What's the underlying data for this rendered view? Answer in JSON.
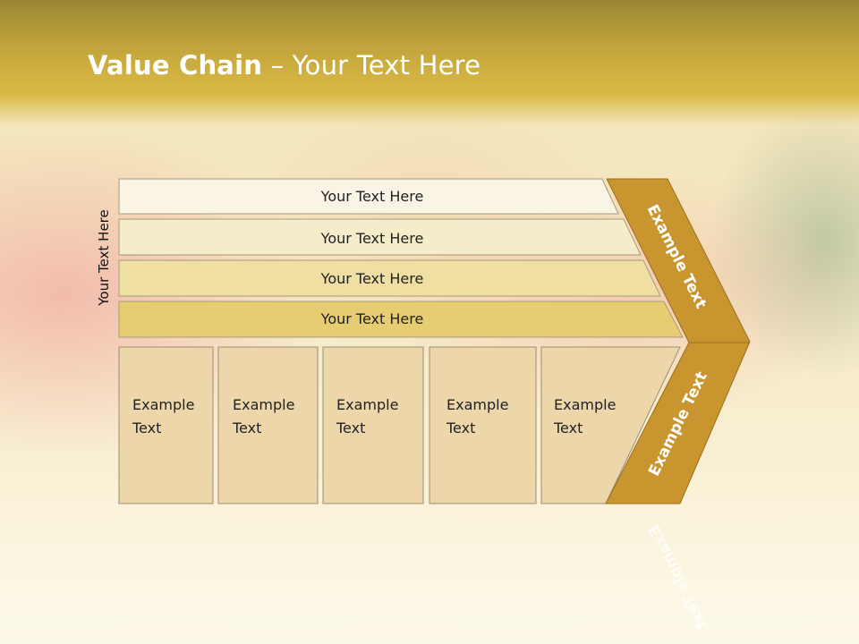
{
  "title": {
    "bold": "Value Chain",
    "rest": " – Your Text Here"
  },
  "side_label": "Your Text Here",
  "bars": [
    {
      "label": "Your Text Here",
      "color": "#faf4e6"
    },
    {
      "label": "Your Text Here",
      "color": "#f5ecc9"
    },
    {
      "label": "Your Text Here",
      "color": "#efdfa3"
    },
    {
      "label": "Your Text Here",
      "color": "#e6cd72"
    }
  ],
  "cells": [
    {
      "line1": "Example",
      "line2": "Text"
    },
    {
      "line1": "Example",
      "line2": "Text"
    },
    {
      "line1": "Example",
      "line2": "Text"
    },
    {
      "line1": "Example",
      "line2": "Text"
    },
    {
      "line1": "Example",
      "line2": "Text"
    }
  ],
  "chevron": {
    "upper_label": "Example Text",
    "lower_label": "Example Text",
    "color": "#c9952f"
  },
  "colors": {
    "cell_fill": "#ecd6aa",
    "cell_border": "#9d8d72",
    "bar_border": "#a89a78"
  }
}
